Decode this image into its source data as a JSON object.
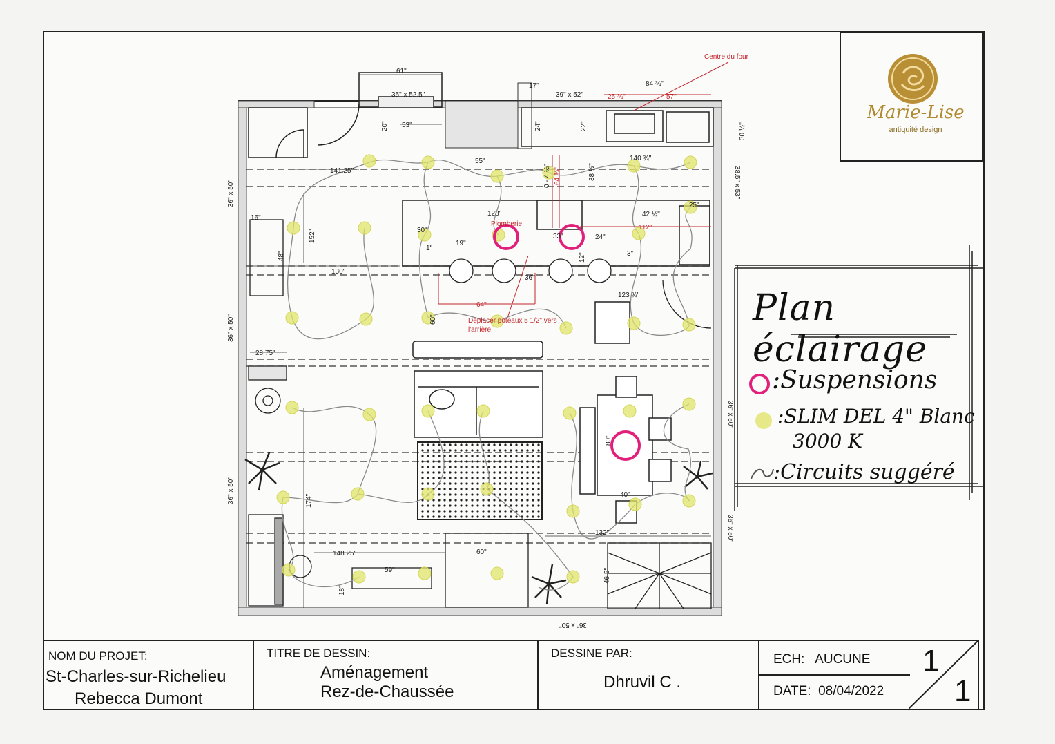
{
  "legend": {
    "title": "Plan éclairage",
    "suspensions": ":Suspensions",
    "slim_line1": ":SLIM DEL 4\" Blanc",
    "slim_line2": "3000 K",
    "circuits": ":Circuits suggéré"
  },
  "logo": {
    "brand": "Marie-Lise",
    "tagline": "antiquité design"
  },
  "plan": {
    "annotations": {
      "centre_four": "Centre du four",
      "plomberie": "Plomberie",
      "deplacer": "Déplacer poteaux 5 1/2\" vers",
      "deplacer2": "l'arrière"
    },
    "dims": {
      "d61": "61\"",
      "d35x52": "35\" x 52.5\"",
      "d53": "53\"",
      "d20": "20\"",
      "d17": "17\"",
      "d39x52": "39\" x 52\"",
      "d84": "84 ¾\"",
      "d25": "25 ¾\"",
      "d57": "57\"",
      "d24": "24\"",
      "d22": "22\"",
      "d30": "30 ½\"",
      "d55": "55\"",
      "d141": "141.25\"",
      "d140": "140 ¾\"",
      "d38": "38 ½\"",
      "d385": "38.5\" x 53\"",
      "d36a": "36\" x 50\"",
      "d16": "16\"",
      "d152": "152\"",
      "d48": "48\"",
      "d128": "128\"",
      "d30b": "30\"",
      "d19": "19\"",
      "d1": "1\"",
      "d42": "42 ½\"",
      "d112": "112\"",
      "d33": "33\"",
      "d24b": "24\"",
      "d12": "12\"",
      "d3": "3\"",
      "d25b": "25\"",
      "d130": "130\"",
      "d36": "36\"",
      "d64": "64\"",
      "d123": "123 ¾\"",
      "d36b": "36\" x 50\"",
      "d2875": "28.75\"",
      "d60": "60\"",
      "d36c": "36\" x 50\"",
      "d80": "80\"",
      "d40": "40\"",
      "d36d": "36\" x 50\"",
      "d174": "174\"",
      "d132": "132\"",
      "d14825": "148.25\"",
      "d60b": "60\"",
      "d59": "59\"",
      "d18": "18\"",
      "d465": "46.5\"",
      "d36e": "36\" x 50\"",
      "d36f": "36\" x 50\"",
      "d644": "64 ¾\"",
      "d0": "0 - 4 ½\""
    }
  },
  "titleblock": {
    "projet_label": "NOM DU PROJET:",
    "projet_line1": "St-Charles-sur-Richelieu",
    "projet_line2": "Rebecca Dumont",
    "titre_label": "TITRE DE DESSIN:",
    "titre_line1": "Aménagement",
    "titre_line2": "Rez-de-Chaussée",
    "dessine_label": "DESSINE PAR:",
    "dessine_val": "Dhruvil C .",
    "ech": "ECH:   AUCUNE",
    "date": "DATE:  08/04/2022",
    "sheet_num": "1",
    "sheet_total": "1"
  },
  "colors": {
    "pendant": "#e0207a",
    "led": "#e2e46a",
    "red": "#c0262c"
  }
}
